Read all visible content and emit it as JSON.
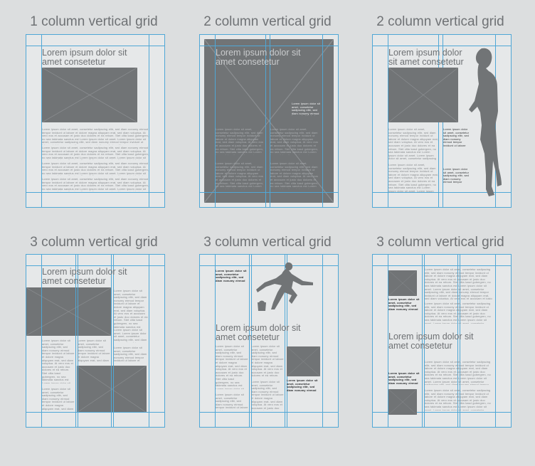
{
  "colors": {
    "background": "#dcdedf",
    "page": "#e6e8e9",
    "grid_line": "#4fa7d6",
    "placeholder": "#717476",
    "heading": "#6e7174"
  },
  "panels": [
    {
      "title": "1 column vertical grid",
      "heading": "Lorem ipsum dolor sit amet consetetur"
    },
    {
      "title": "2 column vertical grid",
      "heading": "Lorem ipsum dolor sit amet consetetur"
    },
    {
      "title": "2 column vertical grid",
      "heading": "Lorem ipsum dolor sit amet consetetur"
    },
    {
      "title": "3 column vertical grid",
      "heading": "Lorem ipsum dolor sit amet consetetur"
    },
    {
      "title": "3 column vertical grid",
      "heading": "Lorem ipsum dolor sit amet consetetur"
    },
    {
      "title": "3 column vertical grid",
      "heading": "Lorem ipsum dolor sit amet consetetur"
    }
  ],
  "body_text": "Lorem ipsum dolor sit amet, consetetur sadipscing elitr, sed diam nonumy eirmod tempor invidunt ut labore et dolore magna aliquyam erat, sed diam voluptua. At vero eos et accusam et justo duo dolores et ea rebum. Stet clita kasd gubergren, no sea takimata sanctus est Lorem ipsum dolor sit amet. Lorem ipsum dolor sit amet, consetetur sadipscing elitr, sed diam nonumy eirmod tempor invidunt ut labore et dolore magna aliquyam erat, sed diam voluptua. At vero eos et accusam et justo duo dolores et ea rebum. Stet clita kasd gubergren, no sea takimata sanctus est Lorem ipsum dolor sit amet. Duis autem vel eum iriure dolor in hendrerit in vulputate velit esse molestie consequat, vel illum dolore eu feugiat nulla facilisis at vero eros et accumsan et iusto odio dignissim qui blandit praesent luptatum zzril delenit augue duis dolore te feugait nulla facilisi.",
  "caption_text": "Lorem ipsum dolor sit amet, consetetur sadipscing elitr, sed diam nonumy eirmod tempor invidunt ut labore et dolore magna aliquyam."
}
